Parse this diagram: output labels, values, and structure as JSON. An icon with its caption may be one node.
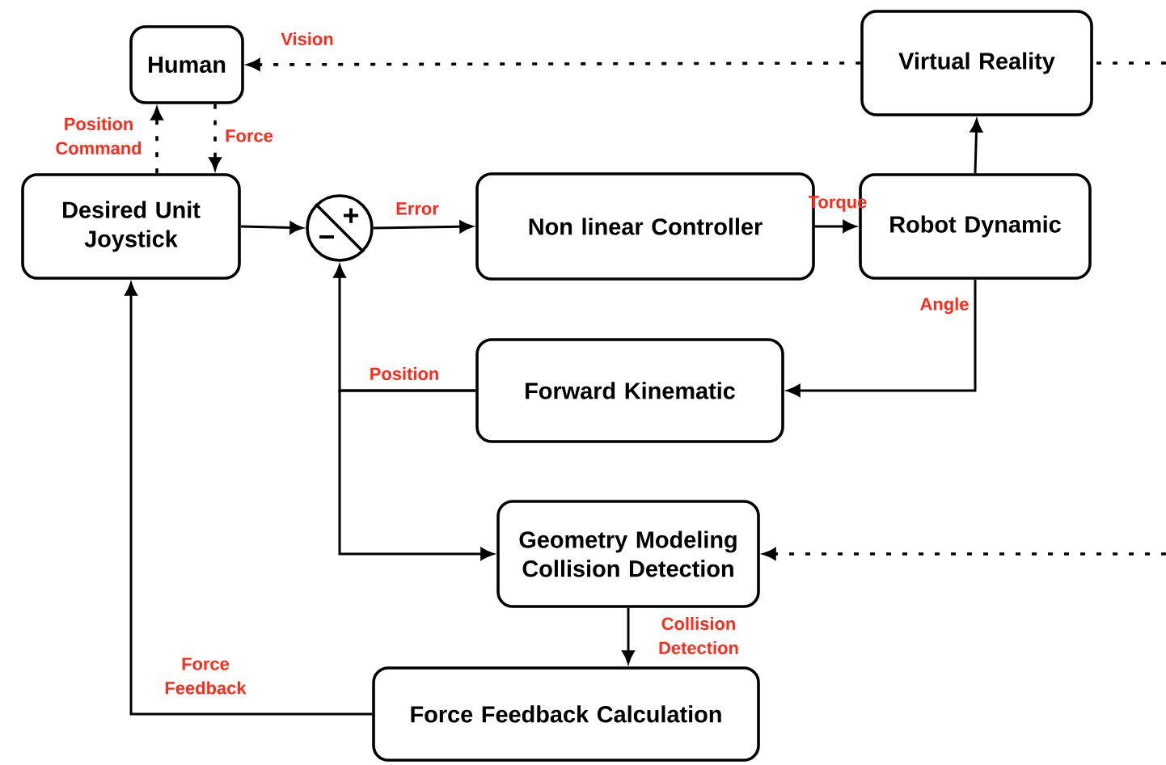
{
  "diagram": {
    "nodes": [
      {
        "text": [
          "Human"
        ]
      },
      {
        "text": [
          "Virtual Reality"
        ]
      },
      {
        "text": [
          "Desired Unit Joystick"
        ]
      },
      {
        "text": [
          "+",
          "−"
        ]
      },
      {
        "text": [
          "Non linear Controller"
        ]
      },
      {
        "text": [
          "Robot Dynamic"
        ]
      },
      {
        "text": [
          "Forward Kinematic"
        ]
      },
      {
        "text": [
          "Geometry Modeling Collision Detection"
        ]
      },
      {
        "text": [
          "Force Feedback Calculation"
        ]
      }
    ],
    "edges": [
      {
        "from": 2,
        "to": 0,
        "arrow": "to",
        "label": "Position Command",
        "style": "dashed"
      },
      {
        "from": 0,
        "to": 2,
        "arrow": "to",
        "label": "Force",
        "style": "dashed"
      },
      {
        "from": 1,
        "to": 0,
        "arrow": "to",
        "label": "Vision",
        "style": "dashed"
      },
      {
        "from": null,
        "to": 1,
        "arrow": "none",
        "style": "dashed"
      },
      {
        "from": 2,
        "to": 3,
        "arrow": "to"
      },
      {
        "from": 3,
        "to": 4,
        "arrow": "to",
        "label": "Error"
      },
      {
        "from": 4,
        "to": 5,
        "arrow": "to",
        "label": "Torque"
      },
      {
        "from": 5,
        "to": 1,
        "arrow": "to"
      },
      {
        "from": 5,
        "to": 6,
        "arrow": "to",
        "label": "Angle"
      },
      {
        "from": 6,
        "to": 3,
        "arrow": "to",
        "label": "Position"
      },
      {
        "from": 6,
        "to": 7,
        "arrow": "to"
      },
      {
        "from": null,
        "to": 7,
        "arrow": "to",
        "style": "dashed"
      },
      {
        "from": 7,
        "to": 8,
        "arrow": "to",
        "label": "Collision Detection"
      },
      {
        "from": 8,
        "to": 2,
        "arrow": "to",
        "label": "Force Feedback"
      }
    ]
  }
}
